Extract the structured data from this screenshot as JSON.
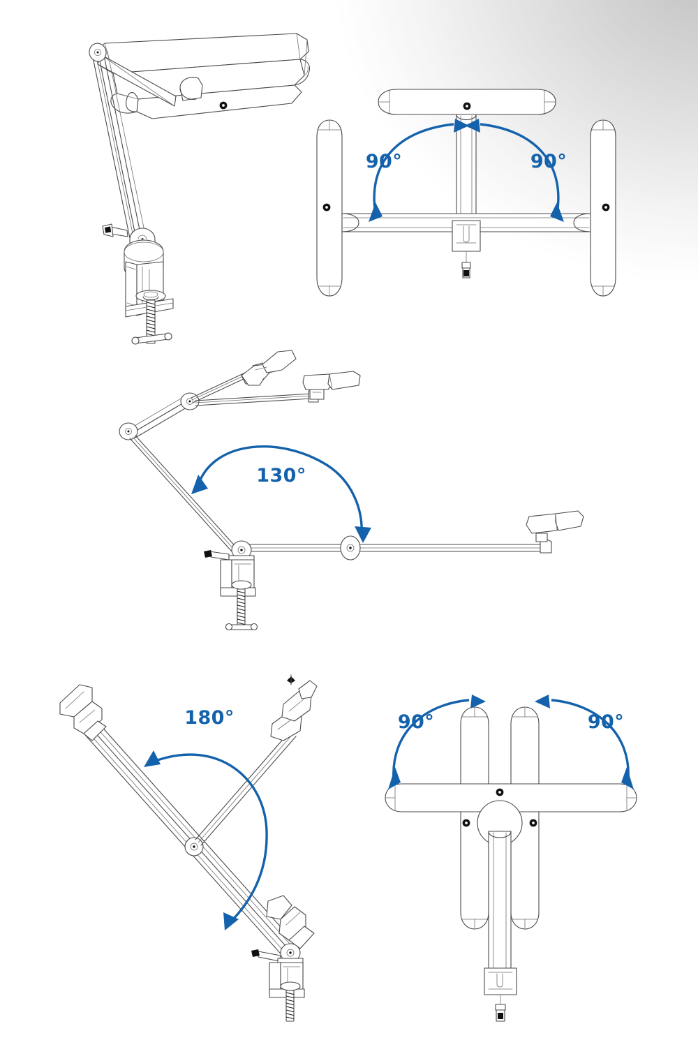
{
  "document": {
    "type": "technical-illustration",
    "subject": "Clamp-mount LED desk lamp articulation diagram",
    "background_top_right_gray": "#c8c8c8",
    "background_base": "#ffffff",
    "line_color": "#4a4a4a",
    "annotation_color": "#1462ab"
  },
  "panels": [
    {
      "id": "iso-view",
      "name": "isometric-lamp-view",
      "position": "top-left",
      "description": "Isometric view of clamp-mounted LED desk lamp with hinged arm",
      "annotations": []
    },
    {
      "id": "head-swivel-top",
      "name": "head-swivel-top-view",
      "position": "top-right",
      "description": "Top view showing lamp head swivel range",
      "annotations": [
        {
          "id": "a1",
          "label": "90°",
          "value": 90,
          "unit": "degrees",
          "side": "left"
        },
        {
          "id": "a2",
          "label": "90°",
          "value": 90,
          "unit": "degrees",
          "side": "right"
        }
      ]
    },
    {
      "id": "arm-fold-side",
      "name": "arm-fold-side-view",
      "position": "middle",
      "description": "Side view showing lower arm fold range from vertical to horizontal",
      "annotations": [
        {
          "id": "a3",
          "label": "130°",
          "value": 130,
          "unit": "degrees",
          "side": "center"
        }
      ]
    },
    {
      "id": "elbow-rotation",
      "name": "elbow-rotation-view",
      "position": "bottom-left",
      "description": "Side view showing upper arm rotation about the elbow joint",
      "annotations": [
        {
          "id": "a4",
          "label": "180°",
          "value": 180,
          "unit": "degrees",
          "side": "center"
        }
      ]
    },
    {
      "id": "head-rotation-top",
      "name": "head-rotation-top-view",
      "position": "bottom-right",
      "description": "Top view showing lamp head rotation range about the vertical axis",
      "annotations": [
        {
          "id": "a5",
          "label": "90°",
          "value": 90,
          "unit": "degrees",
          "side": "left"
        },
        {
          "id": "a6",
          "label": "90°",
          "value": 90,
          "unit": "degrees",
          "side": "right"
        }
      ]
    }
  ],
  "labels": {
    "p2_left": "90°",
    "p2_right": "90°",
    "p3_center": "130°",
    "p4_center": "180°",
    "p5_left": "90°",
    "p5_right": "90°"
  }
}
